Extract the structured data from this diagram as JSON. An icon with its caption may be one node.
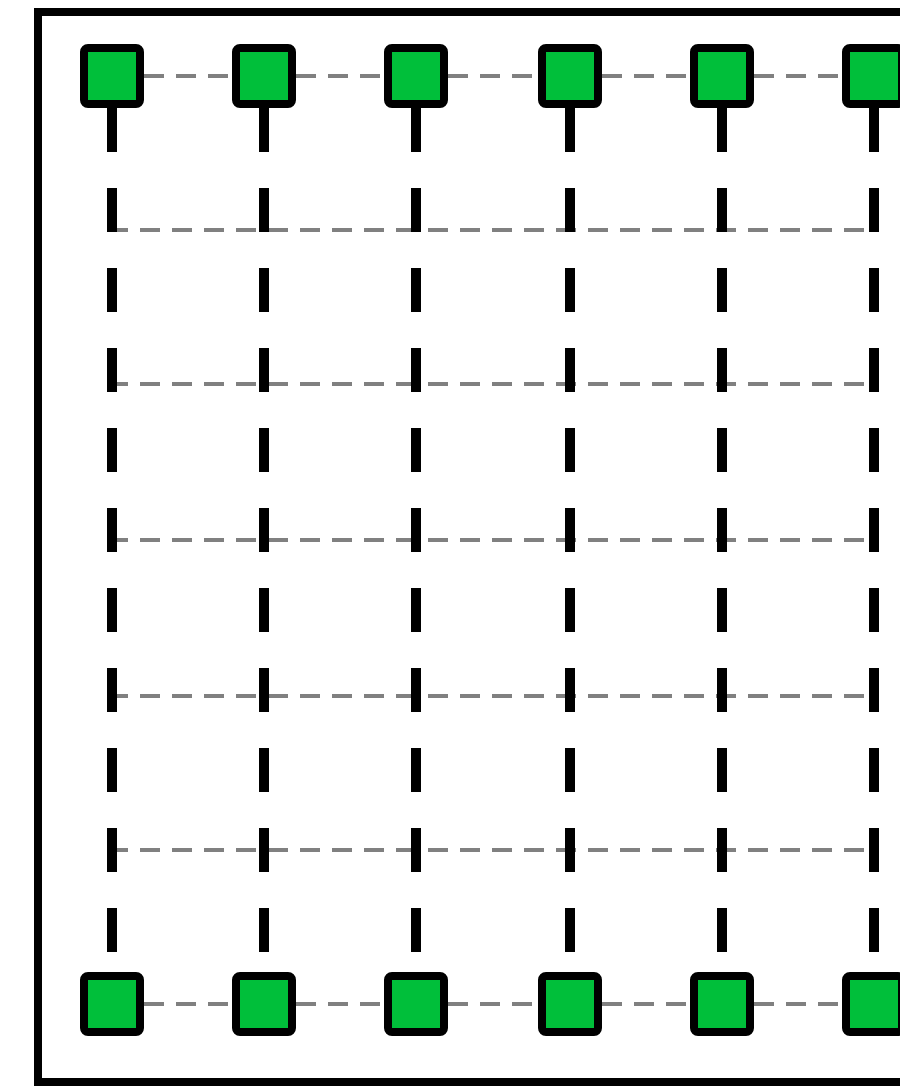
{
  "diagram": {
    "nodes": [
      {
        "text": [],
        "shape": "box"
      },
      {
        "text": [],
        "shape": "box"
      },
      {
        "text": [],
        "shape": "box"
      },
      {
        "text": [],
        "shape": "box"
      },
      {
        "text": [],
        "shape": "box"
      },
      {
        "text": [],
        "shape": "box"
      },
      {
        "text": [],
        "shape": "box"
      },
      {
        "text": [],
        "shape": "box"
      },
      {
        "text": [],
        "shape": "box"
      },
      {
        "text": [],
        "shape": "box"
      },
      {
        "text": [],
        "shape": "box"
      },
      {
        "text": [],
        "shape": "box"
      }
    ],
    "edges": [
      {
        "from": 0,
        "to": 1,
        "arrow": "none",
        "style": "dashed"
      },
      {
        "from": 1,
        "to": 2,
        "arrow": "none",
        "style": "dashed"
      },
      {
        "from": 2,
        "to": 3,
        "arrow": "none",
        "style": "dashed"
      },
      {
        "from": 3,
        "to": 4,
        "arrow": "none",
        "style": "dashed"
      },
      {
        "from": 4,
        "to": 5,
        "arrow": "none",
        "style": "dashed"
      },
      {
        "from": 6,
        "to": 7,
        "arrow": "none",
        "style": "dashed"
      },
      {
        "from": 7,
        "to": 8,
        "arrow": "none",
        "style": "dashed"
      },
      {
        "from": 8,
        "to": 9,
        "arrow": "none",
        "style": "dashed"
      },
      {
        "from": 9,
        "to": 10,
        "arrow": "none",
        "style": "dashed"
      },
      {
        "from": 10,
        "to": 11,
        "arrow": "none",
        "style": "dashed"
      },
      {
        "from": 0,
        "to": 6,
        "arrow": "none",
        "style": "dashed",
        "color": "#000000"
      },
      {
        "from": 1,
        "to": 7,
        "arrow": "none",
        "style": "dashed",
        "color": "#000000"
      },
      {
        "from": 2,
        "to": 8,
        "arrow": "none",
        "style": "dashed",
        "color": "#000000"
      },
      {
        "from": 3,
        "to": 9,
        "arrow": "none",
        "style": "dashed",
        "color": "#000000"
      },
      {
        "from": 4,
        "to": 10,
        "arrow": "none",
        "style": "dashed",
        "color": "#000000"
      },
      {
        "from": 5,
        "to": 11,
        "arrow": "none",
        "style": "dashed",
        "color": "#000000"
      }
    ]
  }
}
